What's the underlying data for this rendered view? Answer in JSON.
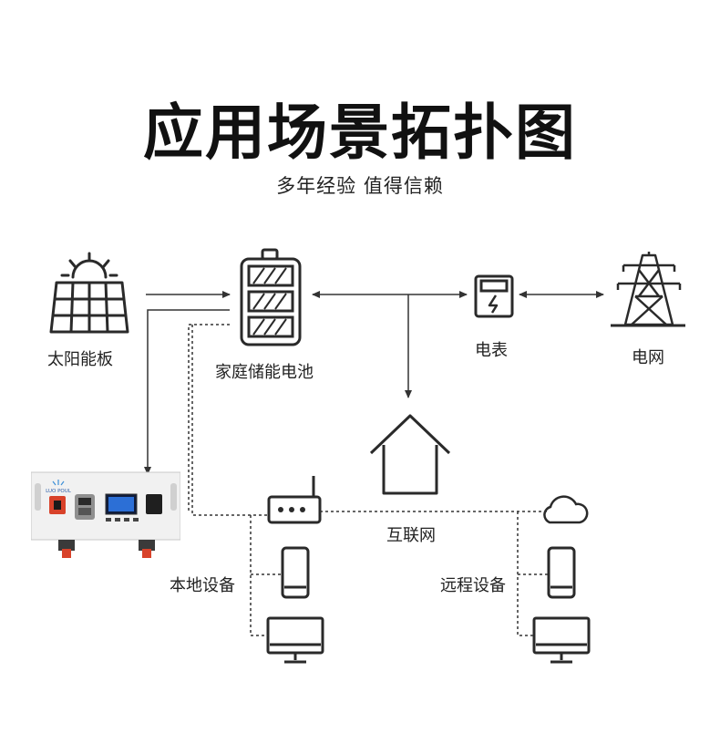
{
  "title": "应用场景拓扑图",
  "subtitle": "多年经验 值得信赖",
  "nodes": {
    "solar_panel": "太阳能板",
    "home_battery": "家庭储能电池",
    "meter": "电表",
    "grid": "电网",
    "internet": "互联网",
    "local_devices": "本地设备",
    "remote_devices": "远程设备"
  },
  "device": {
    "brand": "LUO POUL"
  },
  "icons": [
    "sun-icon",
    "solar-panel-icon",
    "battery-icon",
    "meter-icon",
    "pylon-icon",
    "house-icon",
    "router-icon",
    "cloud-icon",
    "phone-icon",
    "monitor-icon"
  ],
  "colors": {
    "line": "#333333",
    "icon": "#2a2a2a",
    "accent_red": "#d8422a",
    "screen_blue": "#2c6fd6"
  }
}
